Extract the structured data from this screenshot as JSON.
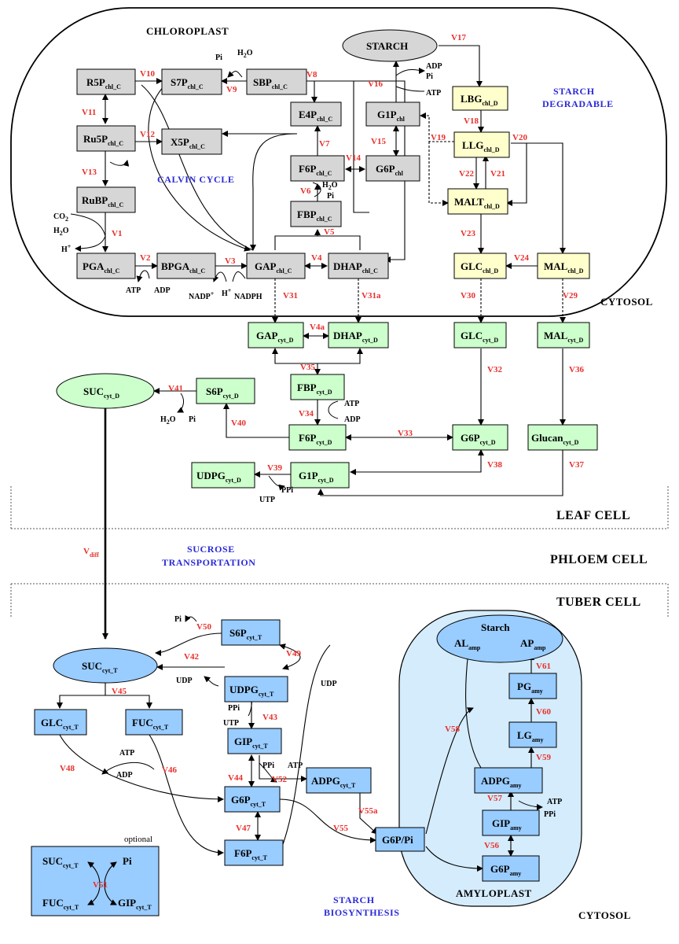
{
  "compartments": {
    "chloroplast": "CHLOROPLAST",
    "cytosol_leaf": "CYTOSOL",
    "leaf_cell": "LEAF CELL",
    "phloem_cell": "PHLOEM CELL",
    "tuber_cell": "TUBER CELL",
    "amyloplast": "AMYLOPLAST",
    "cytosol_tuber": "CYTOSOL",
    "optional": "optional"
  },
  "pathways": {
    "calvin": "CALVIN CYCLE",
    "starch_deg_1": "STARCH",
    "starch_deg_2": "DEGRADABLE",
    "sucrose_1": "SUCROSE",
    "sucrose_2": "TRANSPORTATION",
    "starch_bio_1": "STARCH",
    "starch_bio_2": "BIOSYNTHESIS"
  },
  "nodes": {
    "R5P": {
      "m": "R5P",
      "s": "chl_C"
    },
    "S7P": {
      "m": "S7P",
      "s": "chl_C"
    },
    "SBP": {
      "m": "SBP",
      "s": "chl_C"
    },
    "Ru5P": {
      "m": "Ru5P",
      "s": "chl_C"
    },
    "X5P": {
      "m": "X5P",
      "s": "chl_C"
    },
    "E4P": {
      "m": "E4P",
      "s": "chl_C"
    },
    "RuBP": {
      "m": "RuBP",
      "s": "chl_C"
    },
    "F6Pc": {
      "m": "F6P",
      "s": "chl_C"
    },
    "FBPc": {
      "m": "FBP",
      "s": "chl_C"
    },
    "PGA": {
      "m": "PGA",
      "s": "chl_C"
    },
    "BPGA": {
      "m": "BPGA",
      "s": "chl_C"
    },
    "GAPc": {
      "m": "GAP",
      "s": "chl_C"
    },
    "DHAPc": {
      "m": "DHAP",
      "s": "chl_C"
    },
    "STARCH": {
      "m": "STARCH",
      "s": ""
    },
    "G1Pchl": {
      "m": "G1P",
      "s": "chl"
    },
    "G6Pchl": {
      "m": "G6P",
      "s": "chl"
    },
    "LBG": {
      "m": "LBG",
      "s": "chl_D"
    },
    "LLG": {
      "m": "LLG",
      "s": "chl_D"
    },
    "MALT": {
      "m": "MALT",
      "s": "chl_D"
    },
    "GLCchl": {
      "m": "GLC",
      "s": "chl_D"
    },
    "MALchl": {
      "m": "MAL",
      "s": "chl_D"
    },
    "GAPd": {
      "m": "GAP",
      "s": "cyt_D"
    },
    "DHAPd": {
      "m": "DHAP",
      "s": "cyt_D"
    },
    "GLCd": {
      "m": "GLC",
      "s": "cyt_D"
    },
    "MALd": {
      "m": "MAL",
      "s": "cyt_D"
    },
    "FBPd": {
      "m": "FBP",
      "s": "cyt_D"
    },
    "SUCd": {
      "m": "SUC",
      "s": "cyt_D"
    },
    "S6Pd": {
      "m": "S6P",
      "s": "cyt_D"
    },
    "F6Pd": {
      "m": "F6P",
      "s": "cyt_D"
    },
    "G6Pd": {
      "m": "G6P",
      "s": "cyt_D"
    },
    "Glucan": {
      "m": "Glucan",
      "s": "cyt_D"
    },
    "UDPGd": {
      "m": "UDPG",
      "s": "cyt_D"
    },
    "G1Pd": {
      "m": "G1P",
      "s": "cyt_D"
    },
    "S6Pt": {
      "m": "S6P",
      "s": "cyt_T"
    },
    "SUCt": {
      "m": "SUC",
      "s": "cyt_T"
    },
    "UDPGt": {
      "m": "UDPG",
      "s": "cyt_T"
    },
    "GLCt": {
      "m": "GLC",
      "s": "cyt_T"
    },
    "FUCt": {
      "m": "FUC",
      "s": "cyt_T"
    },
    "GIPt": {
      "m": "GIP",
      "s": "cyt_T"
    },
    "ADPGt": {
      "m": "ADPG",
      "s": "cyt_T"
    },
    "G6Pt": {
      "m": "G6P",
      "s": "cyt_T"
    },
    "F6Pt": {
      "m": "F6P",
      "s": "cyt_T"
    },
    "G6PPi": {
      "m": "G6P/Pi",
      "s": ""
    },
    "Starch2": {
      "m": "Starch",
      "s": ""
    },
    "AL": {
      "m": "AL",
      "s": "amp"
    },
    "AP": {
      "m": "AP",
      "s": "amp"
    },
    "PGamy": {
      "m": "PG",
      "s": "amy"
    },
    "LGamy": {
      "m": "LG",
      "s": "amy"
    },
    "ADPGamy": {
      "m": "ADPG",
      "s": "amy"
    },
    "GIPamy": {
      "m": "GIP",
      "s": "amy"
    },
    "G6Pamy": {
      "m": "G6P",
      "s": "amy"
    },
    "opt_SUC": {
      "m": "SUC",
      "s": "cyt_T"
    },
    "opt_Pi": {
      "m": "Pi",
      "s": ""
    },
    "opt_FUC": {
      "m": "FUC",
      "s": "cyt_T"
    },
    "opt_GIP": {
      "m": "GIP",
      "s": "cyt_T"
    }
  },
  "fluxes": {
    "V1": "V1",
    "V2": "V2",
    "V3": "V3",
    "V4": "V4",
    "V4a": "V4a",
    "V5": "V5",
    "V6": "V6",
    "V7": "V7",
    "V8": "V8",
    "V9": "V9",
    "V10": "V10",
    "V11": "V11",
    "V12": "V12",
    "V13": "V13",
    "V14": "V14",
    "V15": "V15",
    "V16": "V16",
    "V17": "V17",
    "V18": "V18",
    "V19": "V19",
    "V20": "V20",
    "V21": "V21",
    "V22": "V22",
    "V23": "V23",
    "V24": "V24",
    "V29": "V29",
    "V30": "V30",
    "V31": "V31",
    "V31a": "V31a",
    "V32": "V32",
    "V33": "V33",
    "V34": "V34",
    "V35": "V35",
    "V36": "V36",
    "V37": "V37",
    "V38": "V38",
    "V39": "V39",
    "V40": "V40",
    "V41": "V41",
    "V42": "V42",
    "V43": "V43",
    "V44": "V44",
    "V45": "V45",
    "V46": "V46",
    "V47": "V47",
    "V48": "V48",
    "V49": "V49",
    "V50": "V50",
    "V51": "V51",
    "V52": "V52",
    "V55": "V55",
    "V55a": "V55a",
    "V56": "V56",
    "V57": "V57",
    "V58": "V58",
    "V59": "V59",
    "V60": "V60",
    "V61": "V61",
    "Vdiff_m": "V",
    "Vdiff_s": "diff"
  },
  "cofactors": {
    "pi_s7p": "Pi",
    "h2o_s7p_m": "H",
    "h2o_s7p_s": "2",
    "h2o_s7p_e": "O",
    "adp_starch": "ADP",
    "pi_starch": "Pi",
    "atp_starch": "ATP",
    "co2_m": "CO",
    "co2_s": "2",
    "h2o_rubp_m": "H",
    "h2o_rubp_s": "2",
    "h2o_rubp_e": "O",
    "h_rubp_m": "H",
    "h_rubp_s": "+",
    "atp_pga": "ATP",
    "adp_pga": "ADP",
    "nadp_m": "NADP",
    "nadp_s": "+",
    "h_bpga_m": "H",
    "h_bpga_s": "+",
    "nadph": "NADPH",
    "h2o_fbp_m": "H",
    "h2o_fbp_s": "2",
    "h2o_fbp_e": "O",
    "pi_fbp": "Pi",
    "atp_fbpd": "ATP",
    "adp_fbpd": "ADP",
    "h2o_s6p_m": "H",
    "h2o_s6p_s": "2",
    "h2o_s6p_e": "O",
    "pi_s6p": "Pi",
    "utp_d": "UTP",
    "ppi_d": "PPi",
    "pi_v50": "Pi",
    "udp_sucrose": "UDP",
    "udp_v49": "UDP",
    "ppi_t": "PPi",
    "utp_t": "UTP",
    "atp_v46": "ATP",
    "adp_v46": "ADP",
    "ppi_v52": "PPi",
    "atp_v52": "ATP",
    "atp_v57": "ATP",
    "ppi_v57": "PPi"
  },
  "colors": {
    "grey": "#d6d6d6",
    "green": "#ccffcc",
    "yellow": "#ffffcc",
    "blue": "#99ccff",
    "amyloplast": "#d4ecfb",
    "flux_red": "#e8312d",
    "pathway_blue": "#2a2ad8"
  }
}
